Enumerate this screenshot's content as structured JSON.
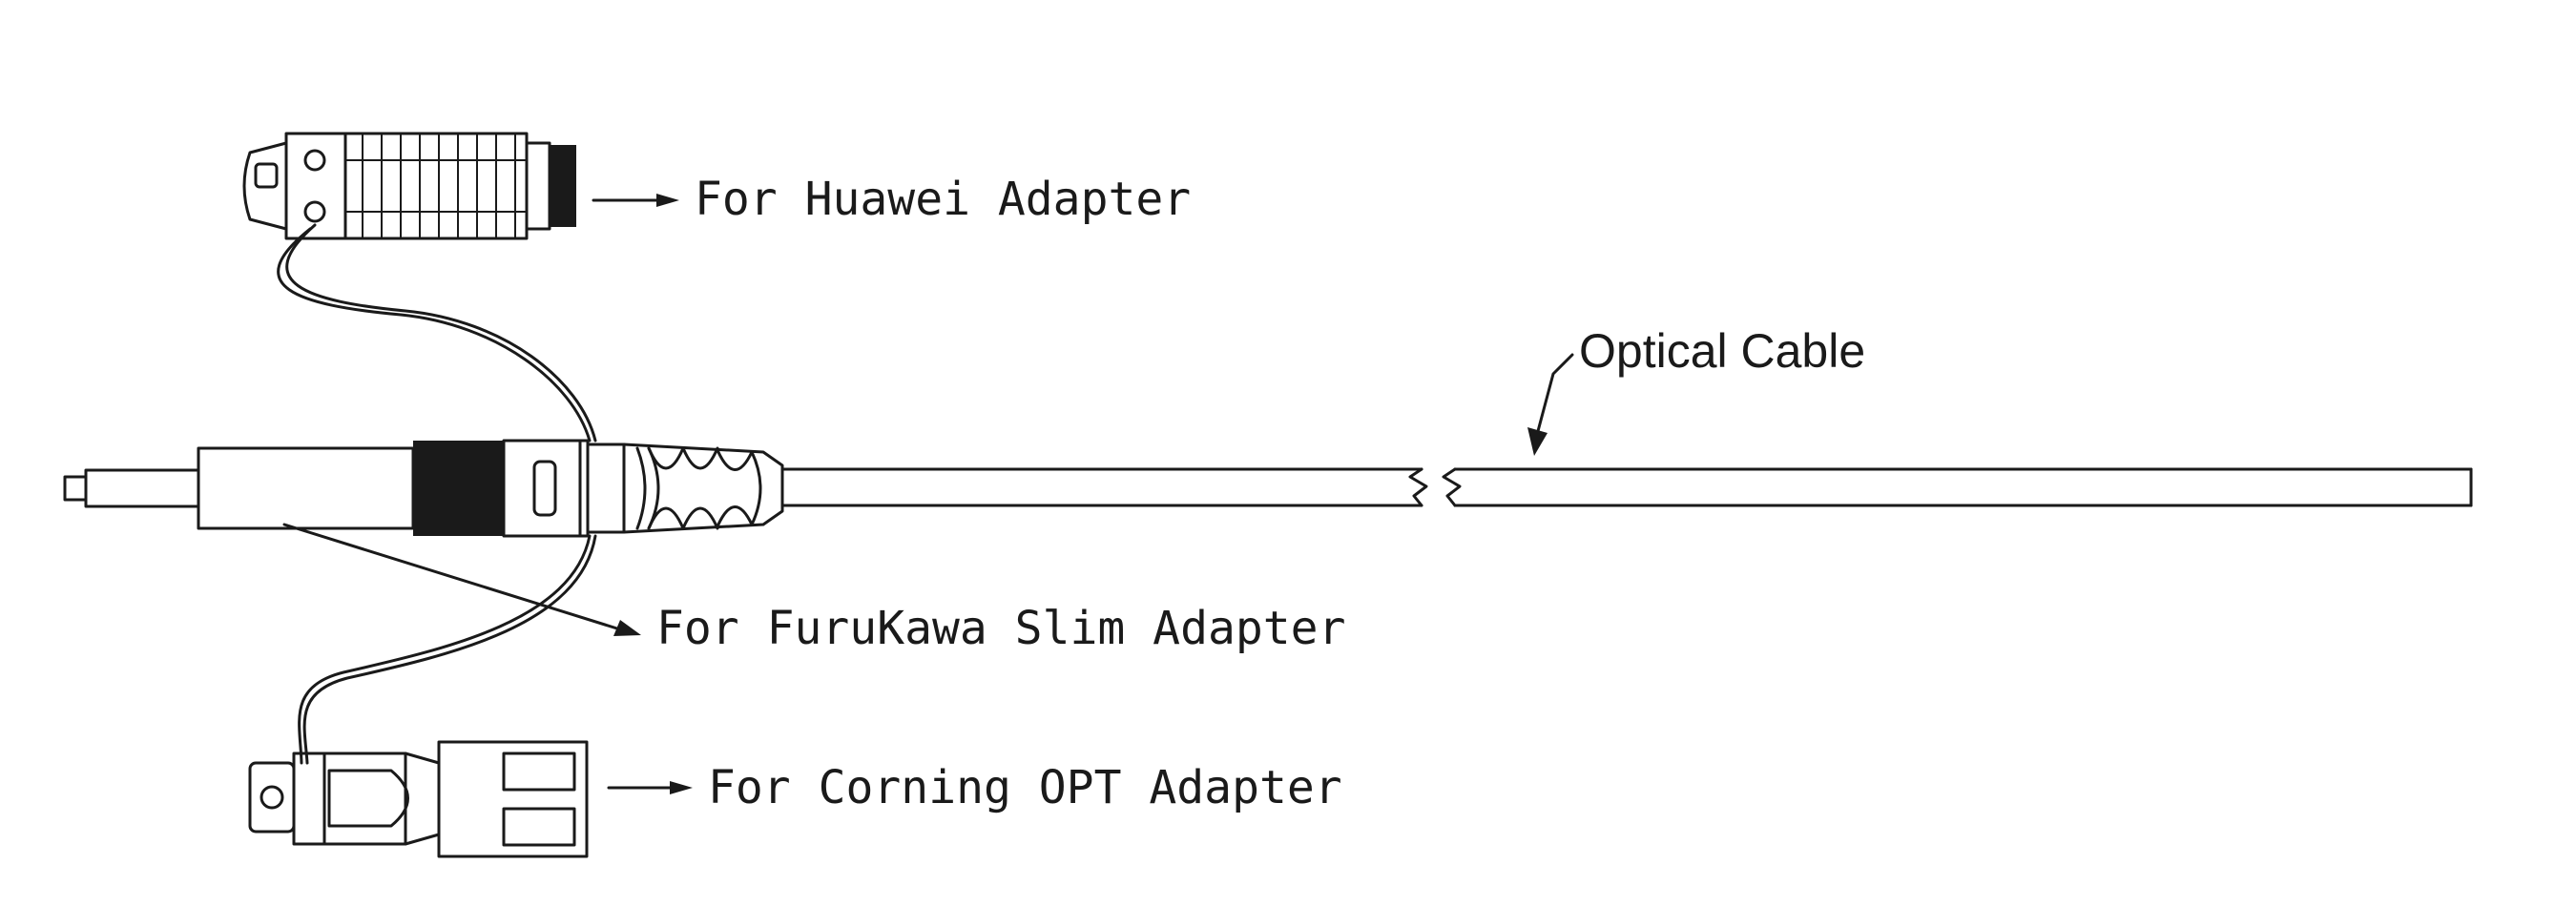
{
  "labels": {
    "huawei": "For Huawei Adapter",
    "optical_cable": "Optical Cable",
    "furukawa": "For FuruKawa Slim Adapter",
    "corning": "For Corning OPT Adapter"
  },
  "colors": {
    "line": "#1a1a1a",
    "background": "#ffffff"
  }
}
